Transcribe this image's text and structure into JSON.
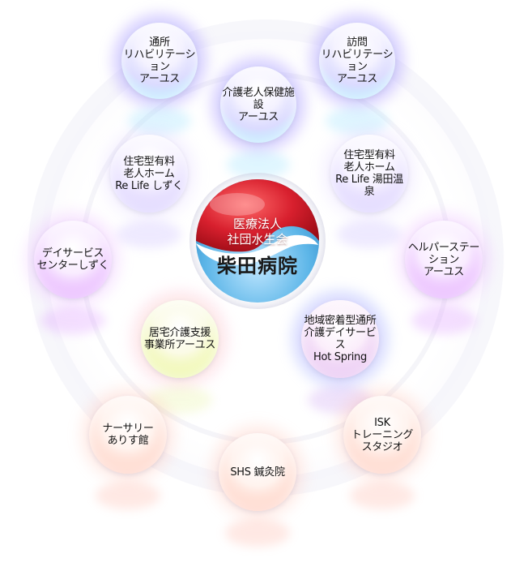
{
  "center": {
    "line1": "医療法人",
    "line2": "社団水生会",
    "line3": "柴田病院"
  },
  "facilities": [
    {
      "id": "tsusho-rehab",
      "label": "通所\nリハビリテーション\nアーユス",
      "color": "cyan"
    },
    {
      "id": "homon-rehab",
      "label": "訪問\nリハビリテーション\nアーユス",
      "color": "cyan"
    },
    {
      "id": "kaigo-rojin",
      "label": "介護老人保健施設\nアーユス",
      "color": "cyan"
    },
    {
      "id": "relife-shizuku",
      "label": "住宅型有料\n老人ホーム\nRe Life しずく",
      "color": "lilac"
    },
    {
      "id": "relife-yuda",
      "label": "住宅型有料\n老人ホーム\nRe Life 湯田温泉",
      "color": "lilac"
    },
    {
      "id": "day-service-shizuku",
      "label": "デイサービス\nセンターしずく",
      "color": "magenta"
    },
    {
      "id": "helper-station",
      "label": "ヘルパーステーション\nアーユス",
      "color": "magenta"
    },
    {
      "id": "kyotaku",
      "label": "居宅介護支援\n事業所アーユス",
      "color": "lime"
    },
    {
      "id": "hot-spring",
      "label": "地域密着型通所\n介護デイサービス\nHot Spring",
      "color": "violet"
    },
    {
      "id": "nursery",
      "label": "ナーサリー\nありす館",
      "color": "salmon"
    },
    {
      "id": "isk",
      "label": "ISK\nトレーニング\nスタジオ",
      "color": "salmon"
    },
    {
      "id": "shs",
      "label": "SHS 鍼灸院",
      "color": "salmon"
    }
  ],
  "colors": {
    "logo_red": "#d8202e",
    "logo_blue": "#5db6e8"
  }
}
